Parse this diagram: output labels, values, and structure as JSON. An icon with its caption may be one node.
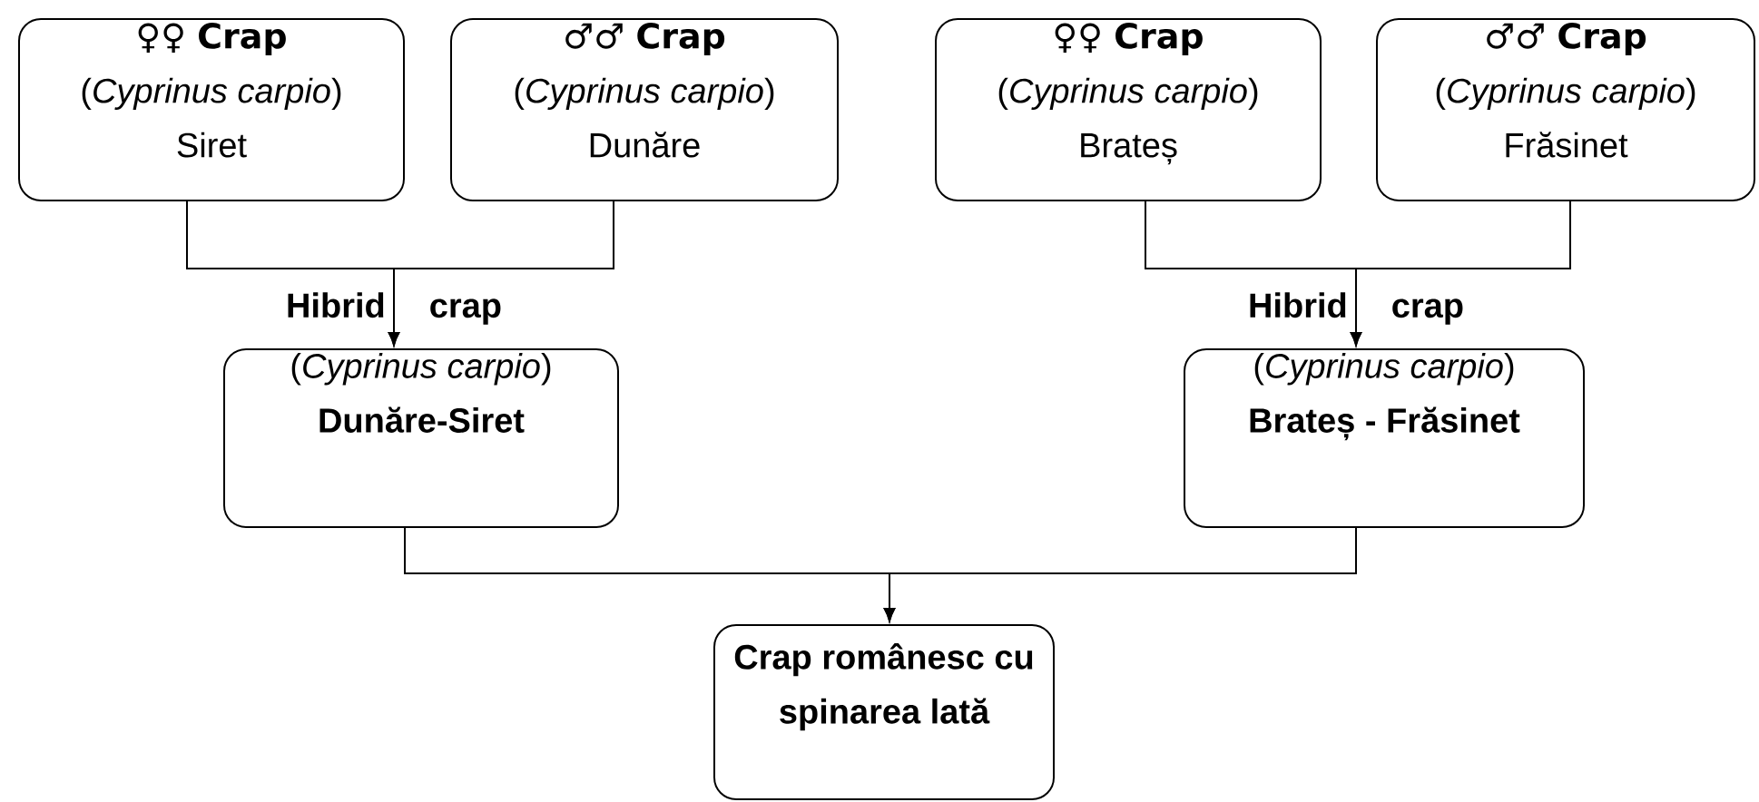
{
  "diagram": {
    "nodes": [
      {
        "text": [
          "♀♀ **Crap**",
          "(*Cyprinus carpio*)",
          "Siret"
        ]
      },
      {
        "text": [
          "♂♂ **Crap**",
          "(*Cyprinus carpio*)",
          "Dunăre"
        ]
      },
      {
        "text": [
          "♀♀ **Crap**",
          "(*Cyprinus carpio*)",
          "Brateș"
        ]
      },
      {
        "text": [
          "♂♂ **Crap**",
          "(*Cyprinus carpio*)",
          "Frăsinet"
        ]
      },
      {
        "text": [
          "(*Cyprinus carpio*)",
          "Dunăre-Siret"
        ]
      },
      {
        "text": [
          "(*Cyprinus carpio*)",
          "Brateș - Frăsinet"
        ]
      },
      {
        "text": [
          "Crap românesc cu spinarea lată"
        ]
      }
    ],
    "edges": [
      {
        "from": 0,
        "to": 4,
        "arrow": "to",
        "label": "Hibrid crap"
      },
      {
        "from": 1,
        "to": 4,
        "arrow": "to"
      },
      {
        "from": 2,
        "to": 5,
        "arrow": "to",
        "label": "Hibrid crap"
      },
      {
        "from": 3,
        "to": 5,
        "arrow": "to"
      },
      {
        "from": 4,
        "to": 6,
        "arrow": "to"
      },
      {
        "from": 5,
        "to": 6,
        "arrow": "to"
      }
    ]
  }
}
